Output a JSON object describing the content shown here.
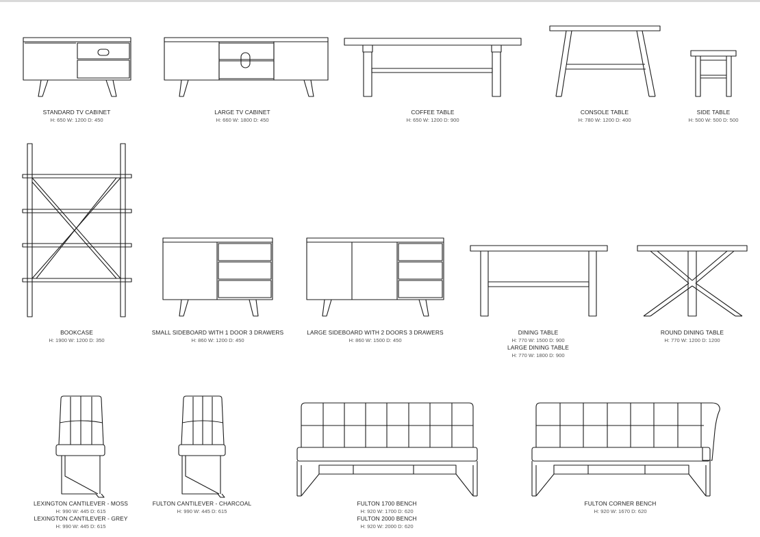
{
  "products": {
    "standard_tv_cabinet": {
      "name": "STANDARD TV CABINET",
      "dims": "H: 650 W: 1200 D: 450"
    },
    "large_tv_cabinet": {
      "name": "LARGE TV CABINET",
      "dims": "H: 660 W: 1800 D: 450"
    },
    "coffee_table": {
      "name": "COFFEE TABLE",
      "dims": "H: 650 W: 1200 D: 900"
    },
    "console_table": {
      "name": "CONSOLE TABLE",
      "dims": "H: 780 W: 1200 D: 400"
    },
    "side_table": {
      "name": "SIDE TABLE",
      "dims": "H: 500 W: 500 D: 500"
    },
    "bookcase": {
      "name": "BOOKCASE",
      "dims": "H: 1900 W: 1200 D: 350"
    },
    "small_sideboard": {
      "name": "SMALL SIDEBOARD WITH 1 DOOR 3 DRAWERS",
      "dims": "H: 860 W: 1200 D: 450"
    },
    "large_sideboard": {
      "name": "LARGE SIDEBOARD WITH 2 DOORS 3 DRAWERS",
      "dims": "H: 860 W: 1500 D: 450"
    },
    "dining_table": {
      "name": "DINING TABLE",
      "dims": "H: 770 W: 1500 D: 900"
    },
    "large_dining_table": {
      "name": "LARGE DINING TABLE",
      "dims": "H: 770 W: 1800 D: 900"
    },
    "round_dining_table": {
      "name": "ROUND DINING TABLE",
      "dims": "H: 770 W: 1200 D: 1200"
    },
    "lexington_moss": {
      "name": "LEXINGTON CANTILEVER - MOSS",
      "dims": "H: 990 W: 445 D: 615"
    },
    "lexington_grey": {
      "name": "LEXINGTON CANTILEVER - GREY",
      "dims": "H: 990 W: 445 D: 615"
    },
    "fulton_charcoal": {
      "name": "FULTON CANTILEVER - CHARCOAL",
      "dims": "H: 990 W: 445 D: 615"
    },
    "fulton_1700": {
      "name": "FULTON 1700 BENCH",
      "dims": "H: 920 W: 1700 D: 620"
    },
    "fulton_2000": {
      "name": "FULTON 2000 BENCH",
      "dims": "H: 920 W: 2000 D: 620"
    },
    "fulton_corner": {
      "name": "FULTON CORNER BENCH",
      "dims": "H: 920 W: 1670 D: 620"
    }
  },
  "colors": {
    "line": "#1a1a1a",
    "label": "#1f1f1f",
    "dims": "#555555"
  }
}
